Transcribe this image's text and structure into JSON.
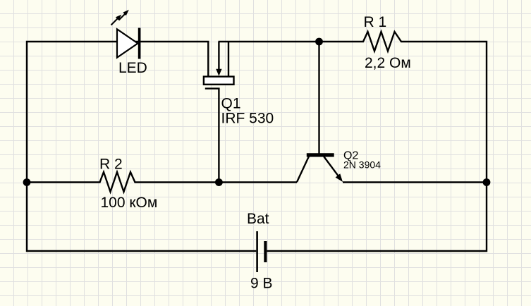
{
  "colors": {
    "background": "#FDFDF0",
    "grid": "#E0E0E0",
    "ink": "#000000"
  },
  "components": {
    "led": {
      "label": "LED"
    },
    "q1": {
      "designator": "Q1",
      "part": "IRF 530"
    },
    "r1": {
      "designator": "R 1",
      "value": "2,2 Ом"
    },
    "r2": {
      "designator": "R 2",
      "value": "100 кОм"
    },
    "q2": {
      "designator": "Q2",
      "part": "2N 3904"
    },
    "battery": {
      "designator": "Bat",
      "value": "9 В"
    }
  }
}
